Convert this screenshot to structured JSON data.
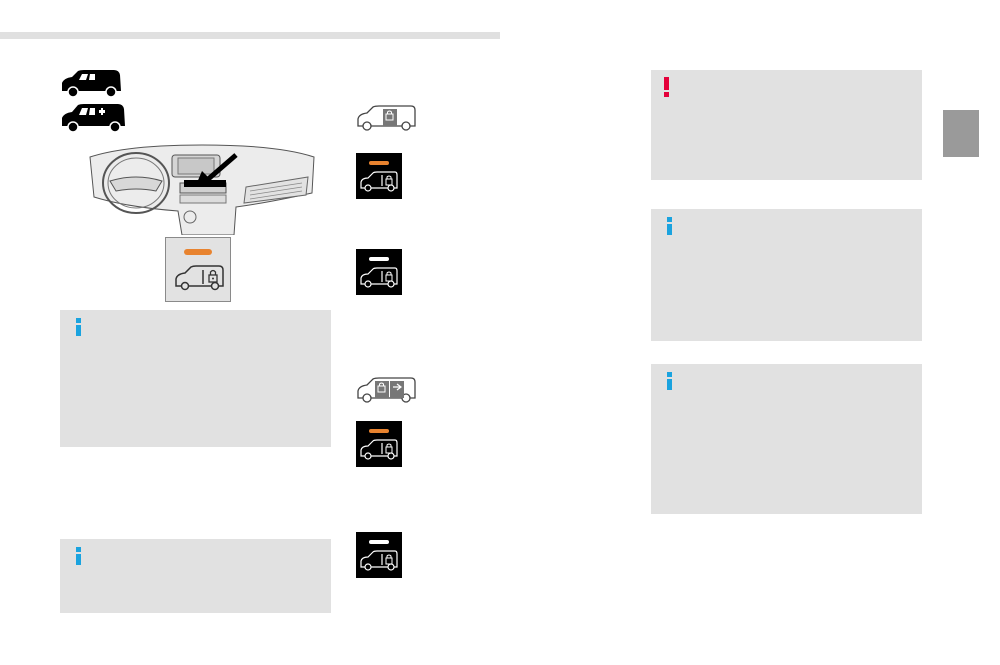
{
  "colors": {
    "info": "#1aa3df",
    "warning": "#e4003a",
    "indicator_orange": "#e8832f",
    "indicator_white": "#ffffff",
    "note_background": "#e1e1e1",
    "section_tab": "#9a9a9a"
  },
  "icons": {
    "van_single_door": "van-side-door-icon",
    "van_double_door": "van-double-side-door-icon",
    "dashboard": "dashboard-illustration",
    "lock_button": "sliding-door-lock-button-icon",
    "rear_door_lock": "rear-door-lock-icon",
    "side_doors_lock": "side-doors-lock-icon",
    "info": "info-icon",
    "warning": "warning-icon"
  },
  "indicators": [
    {
      "id": "rear-orange",
      "state": "orange"
    },
    {
      "id": "rear-white",
      "state": "white"
    },
    {
      "id": "side-orange",
      "state": "orange"
    },
    {
      "id": "side-white",
      "state": "white"
    }
  ]
}
